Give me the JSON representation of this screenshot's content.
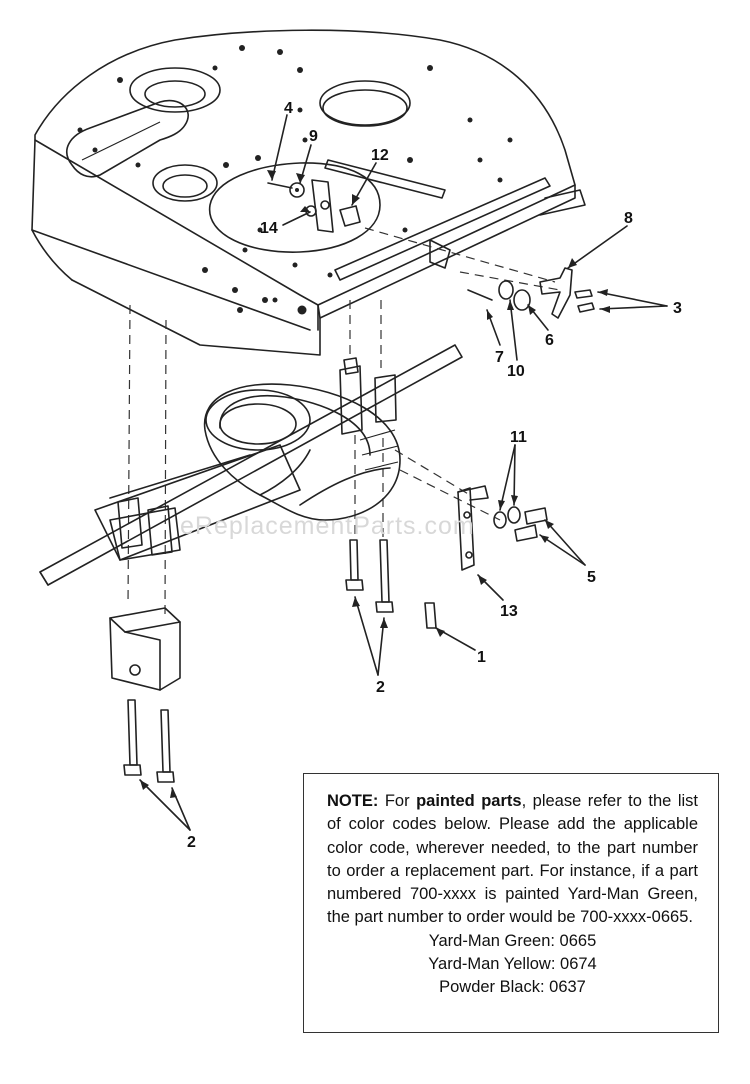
{
  "diagram": {
    "watermark": "eReplacementParts.com",
    "callouts": {
      "c1": "1",
      "c2a": "2",
      "c2b": "2",
      "c3": "3",
      "c4": "4",
      "c5": "5",
      "c6": "6",
      "c7": "7",
      "c8": "8",
      "c9": "9",
      "c10": "10",
      "c11": "11",
      "c12": "12",
      "c13": "13",
      "c14": "14"
    }
  },
  "note": {
    "heading": "NOTE:",
    "intro": " For ",
    "bold_phrase": "painted parts",
    "body": ", please refer to the list of color codes below.  Please add the applicable color code, wherever needed, to the part number to order a replacement part.  For instance, if a part numbered 700-xxxx is painted Yard-Man Green, the part number to order would be 700-xxxx-0665.",
    "codes": [
      "Yard-Man Green: 0665",
      "Yard-Man Yellow: 0674",
      "Powder Black: 0637"
    ]
  }
}
